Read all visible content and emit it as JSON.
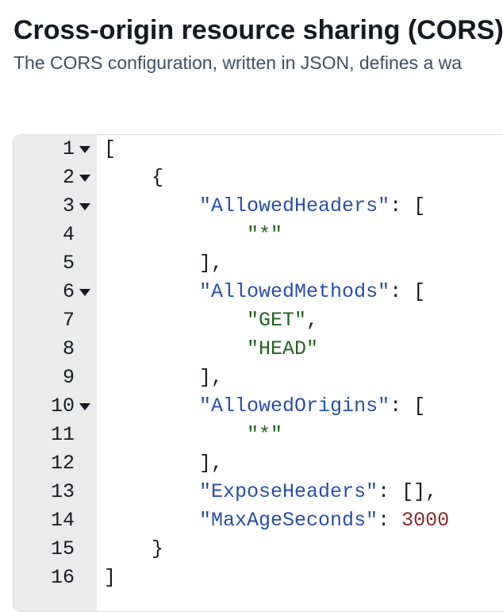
{
  "header": {
    "title": "Cross-origin resource sharing (CORS)",
    "description": "The CORS configuration, written in JSON, defines a wa"
  },
  "editor": {
    "lines": [
      {
        "number": "1",
        "foldable": true,
        "indent": "",
        "tokens": [
          {
            "t": "punc",
            "v": "["
          }
        ]
      },
      {
        "number": "2",
        "foldable": true,
        "indent": "    ",
        "tokens": [
          {
            "t": "punc",
            "v": "{"
          }
        ]
      },
      {
        "number": "3",
        "foldable": true,
        "indent": "        ",
        "tokens": [
          {
            "t": "key",
            "v": "\"AllowedHeaders\""
          },
          {
            "t": "punc",
            "v": ": ["
          }
        ]
      },
      {
        "number": "4",
        "foldable": false,
        "indent": "            ",
        "tokens": [
          {
            "t": "str",
            "v": "\"*\""
          }
        ]
      },
      {
        "number": "5",
        "foldable": false,
        "indent": "        ",
        "tokens": [
          {
            "t": "punc",
            "v": "],"
          }
        ]
      },
      {
        "number": "6",
        "foldable": true,
        "indent": "        ",
        "tokens": [
          {
            "t": "key",
            "v": "\"AllowedMethods\""
          },
          {
            "t": "punc",
            "v": ": ["
          }
        ]
      },
      {
        "number": "7",
        "foldable": false,
        "indent": "            ",
        "tokens": [
          {
            "t": "str",
            "v": "\"GET\""
          },
          {
            "t": "punc",
            "v": ","
          }
        ]
      },
      {
        "number": "8",
        "foldable": false,
        "indent": "            ",
        "tokens": [
          {
            "t": "str",
            "v": "\"HEAD\""
          }
        ]
      },
      {
        "number": "9",
        "foldable": false,
        "indent": "        ",
        "tokens": [
          {
            "t": "punc",
            "v": "],"
          }
        ]
      },
      {
        "number": "10",
        "foldable": true,
        "indent": "        ",
        "tokens": [
          {
            "t": "key",
            "v": "\"AllowedOrigins\""
          },
          {
            "t": "punc",
            "v": ": ["
          }
        ]
      },
      {
        "number": "11",
        "foldable": false,
        "indent": "            ",
        "tokens": [
          {
            "t": "str",
            "v": "\"*\""
          }
        ]
      },
      {
        "number": "12",
        "foldable": false,
        "indent": "        ",
        "tokens": [
          {
            "t": "punc",
            "v": "],"
          }
        ]
      },
      {
        "number": "13",
        "foldable": false,
        "indent": "        ",
        "tokens": [
          {
            "t": "key",
            "v": "\"ExposeHeaders\""
          },
          {
            "t": "punc",
            "v": ": [],"
          }
        ]
      },
      {
        "number": "14",
        "foldable": false,
        "indent": "        ",
        "tokens": [
          {
            "t": "key",
            "v": "\"MaxAgeSeconds\""
          },
          {
            "t": "punc",
            "v": ": "
          },
          {
            "t": "num",
            "v": "3000"
          }
        ]
      },
      {
        "number": "15",
        "foldable": false,
        "indent": "    ",
        "tokens": [
          {
            "t": "punc",
            "v": "}"
          }
        ]
      },
      {
        "number": "16",
        "foldable": false,
        "indent": "",
        "tokens": [
          {
            "t": "punc",
            "v": "]"
          }
        ]
      }
    ]
  },
  "colors": {
    "key": "#2a4fa0",
    "string": "#236123",
    "number": "#8a2a2a",
    "gutter_bg": "#ebebeb",
    "text": "#16191f"
  }
}
